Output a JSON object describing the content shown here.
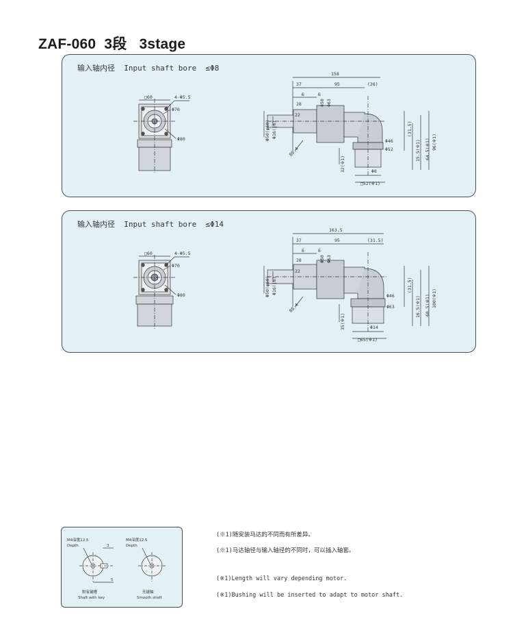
{
  "page": {
    "title": "ZAF-060  3段   3stage"
  },
  "panels": [
    {
      "title": "输入轴内径  Input shaft bore  ≤Φ8",
      "front": {
        "square": "□60",
        "holes": "4-Φ5.5",
        "d1": "Φ70",
        "d2": "Φ80"
      },
      "side": {
        "len_total": "158",
        "len_a": "37",
        "len_b": "95",
        "len_c": "(26)",
        "t1": "6",
        "t2": "6",
        "t3": "28",
        "t4": "22",
        "v1": "Φ50",
        "v2": "Φ63",
        "left_od": "Φ50(φ60)",
        "left_id": "Φ16(j6)",
        "bottom_left": "80.4",
        "bottom_h": "32(※1)",
        "d_46": "Φ46",
        "d_52": "Φ52",
        "d_8": "Φ8",
        "sq": "□52(※1)",
        "h1": "(31.5)",
        "h2": "15.5(※1)",
        "h3": "64.5(※1)",
        "h4": "96(※1)"
      }
    },
    {
      "title": "输入轴内径  Input shaft bore  ≤Φ14",
      "front": {
        "square": "□60",
        "holes": "4-Φ5.5",
        "d1": "Φ70",
        "d2": "Φ80"
      },
      "side": {
        "len_total": "163.5",
        "len_a": "37",
        "len_b": "95",
        "len_c": "(31.5)",
        "t1": "6",
        "t2": "6",
        "t3": "28",
        "t4": "22",
        "v1": "Φ50",
        "v2": "Φ63",
        "left_od": "Φ50(φ60)",
        "left_id": "Φ16(j6)",
        "bottom_left": "80.4",
        "bottom_h": "35(※1)",
        "d_46": "Φ46",
        "d_52": "Φ63",
        "d_8": "Φ14",
        "sq": "□65(※1)",
        "h1": "(31.5)",
        "h2": "16.5(※1)",
        "h3": "68.5(※1)",
        "h4": "100(※1)"
      }
    }
  ],
  "shaft_types": {
    "key": {
      "depth_label": "M4深度12.5",
      "depth_en": "Depth",
      "dim_a": "3",
      "dim_b": "5",
      "label_cn": "附有键槽",
      "label_en": "Shaft with key"
    },
    "smooth": {
      "depth_label": "M4深度12.5",
      "depth_en": "Depth",
      "label_cn": "无键轴",
      "label_en": "Smooth shaft"
    }
  },
  "notes": [
    "(※1)随安装马达的不同而有所差异。",
    "(※1)马达轴径与输入轴径的不同时，可以插入轴套。",
    "(※1)Length will vary depending motor.",
    "(※1)Bushing will be inserted to adapt to motor shaft."
  ],
  "colors": {
    "panel_bg": "#e3f1f7",
    "border": "#4a4f55",
    "line": "#333333"
  }
}
